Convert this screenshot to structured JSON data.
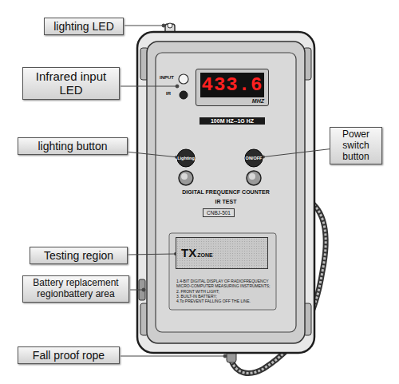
{
  "diagram": {
    "nodes": [
      {
        "text": [
          "lighting LED"
        ]
      },
      {
        "text": [
          "Infrared input LED"
        ]
      },
      {
        "text": [
          "433.6",
          "MHZ"
        ]
      },
      {
        "text": [
          "100M HZ--1G HZ"
        ]
      },
      {
        "text": [
          "lighting button"
        ]
      },
      {
        "text": [
          "Lighting"
        ]
      },
      {
        "text": [
          "ON/OFF"
        ]
      },
      {
        "text": [
          "Power switch button"
        ]
      },
      {
        "text": [
          "CNBJ-501"
        ]
      },
      {
        "text": [
          "Testing region"
        ]
      },
      {
        "text": [
          "TX",
          "ZONE"
        ]
      },
      {
        "text": [
          "Battery replacement regionbattery area"
        ]
      },
      {
        "text": [
          "Fall proof rope"
        ]
      }
    ],
    "edges": [
      {
        "from": 4,
        "to": 5,
        "arrow": "none"
      },
      {
        "from": 7,
        "to": 6,
        "arrow": "none"
      },
      {
        "from": 9,
        "to": 10,
        "arrow": "none"
      }
    ],
    "labels": [
      "INPUT",
      "IR",
      "DIGITAL FREQUENCF COUNTER",
      "IR TEST",
      "1.4-BIT DIGITAL DISPLAY OF RADIOFREQUENCY MICRO-COMPUTER MEASURING INSTRUMENTS;",
      "2. FRONT WITH LIGHT;",
      "3. BUILT-IN BATTERY;",
      "4.To PREVENT FALLING OFF THE LINE."
    ]
  }
}
